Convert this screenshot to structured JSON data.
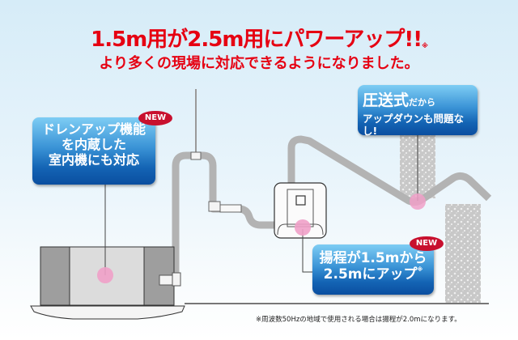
{
  "headline": {
    "line1": "1.5m用が2.5m用にパワーアップ!!",
    "line1_mark": "※",
    "line2": "より多くの現場に対応できるようになりました。",
    "color": "#e60012"
  },
  "callouts": {
    "drain": {
      "badge": "NEW",
      "line1": "ドレンアップ機能",
      "line2": "を内蔵した",
      "line3": "室内機にも対応"
    },
    "pressure": {
      "big": "圧送式",
      "small": "だから",
      "line2": "アップダウンも問題なし!"
    },
    "lift": {
      "badge": "NEW",
      "line1": "揚程が1.5mから",
      "line2": "2.5mにアップ",
      "mark": "※"
    }
  },
  "footnote": "※周波数50Hzの地域で使用される場合は揚程が2.0mになります。",
  "colors": {
    "callout_top": "#7ecdf4",
    "callout_bottom": "#0a4ea0",
    "badge": "#c8102e",
    "pipe": "#b3b3b3",
    "marker": "#f0a0c8"
  }
}
